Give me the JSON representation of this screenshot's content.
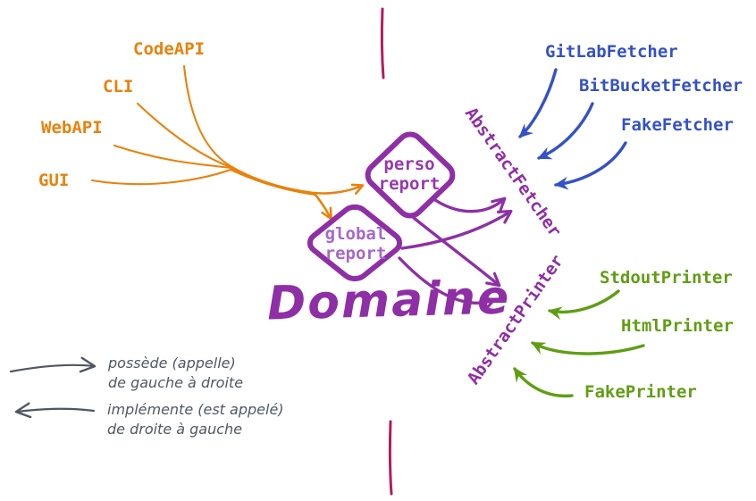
{
  "colors": {
    "orange": "#E8820B",
    "purple": "#8E2FA6",
    "persoText": "#9539AE",
    "globalText": "#A767C8",
    "blue": "#3451C6",
    "green": "#5F9E12",
    "gray": "#4E5862",
    "crimson": "#B21D5B"
  },
  "sources": {
    "codeapi": "CodeAPI",
    "cli": "CLI",
    "webapi": "WebAPI",
    "gui": "GUI"
  },
  "domain": {
    "title": "Domaine",
    "perso_line1": "perso",
    "perso_line2": "report",
    "global_line1": "global",
    "global_line2": "report"
  },
  "fetchers": {
    "abstract": "AbstractFetcher",
    "items": [
      "GitLabFetcher",
      "BitBucketFetcher",
      "FakeFetcher"
    ]
  },
  "printers": {
    "abstract": "AbstractPrinter",
    "items": [
      "StdoutPrinter",
      "HtmlPrinter",
      "FakePrinter"
    ]
  },
  "legend": {
    "right_line1": "possède (appelle)",
    "right_line2": "de gauche à droite",
    "left_line1": "implémente (est appelé)",
    "left_line2": "de droite à gauche"
  }
}
